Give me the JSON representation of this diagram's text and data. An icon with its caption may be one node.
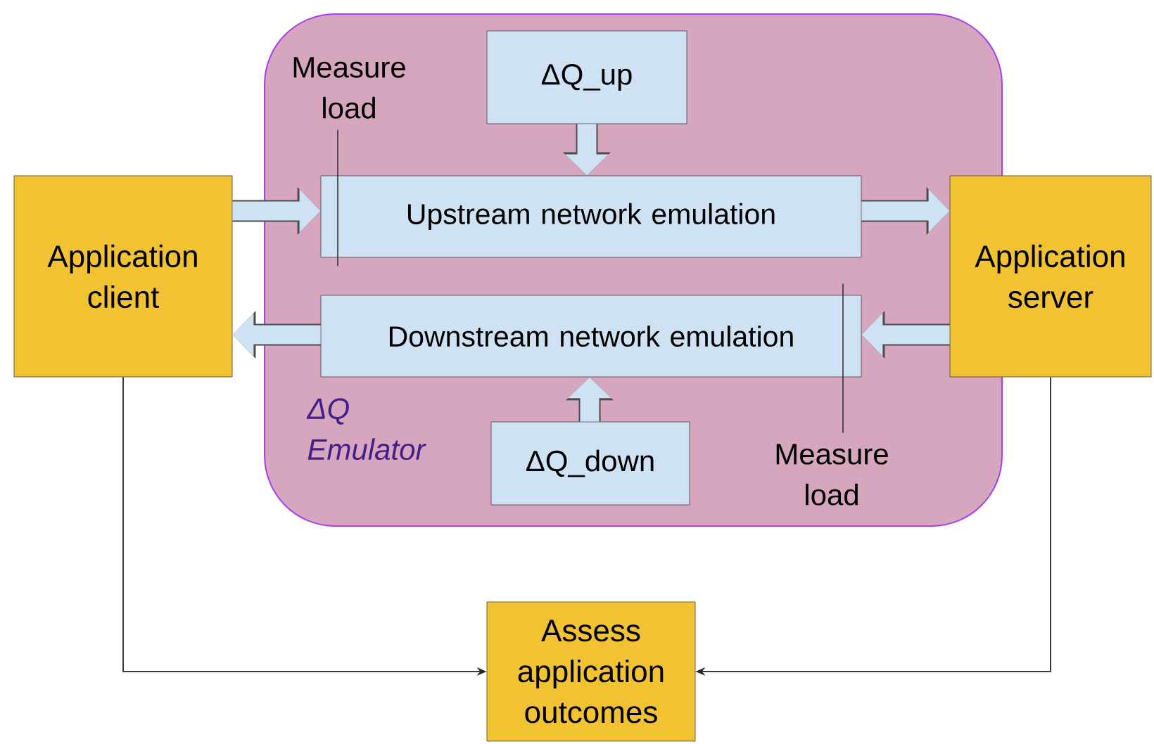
{
  "diagram": {
    "nodes": [
      {
        "text": [
          "ΔQ Emulator"
        ]
      },
      {
        "text": [
          "Application client"
        ]
      },
      {
        "text": [
          "Upstream network emulation"
        ],
        "in": 0
      },
      {
        "text": [
          "Downstream network emulation"
        ],
        "in": 0
      },
      {
        "text": [
          "ΔQ_up"
        ],
        "in": 0
      },
      {
        "text": [
          "ΔQ_down"
        ],
        "in": 0
      },
      {
        "text": [
          "Application server"
        ]
      },
      {
        "text": [
          "Assess application outcomes"
        ]
      },
      {
        "text": [
          "Measure load"
        ],
        "in": 0
      },
      {
        "text": [
          "Measure load"
        ],
        "in": 0
      }
    ],
    "edges": [
      {
        "from": 1,
        "to": 2,
        "arrow": "to"
      },
      {
        "from": 2,
        "to": 6,
        "arrow": "to"
      },
      {
        "from": 6,
        "to": 3,
        "arrow": "to"
      },
      {
        "from": 3,
        "to": 1,
        "arrow": "to"
      },
      {
        "from": 4,
        "to": 2,
        "arrow": "to"
      },
      {
        "from": 5,
        "to": 3,
        "arrow": "to"
      },
      {
        "from": 8,
        "to": 2,
        "arrow": "none",
        "color": "#333333"
      },
      {
        "from": 9,
        "to": 3,
        "arrow": "none",
        "color": "#333333"
      },
      {
        "from": 1,
        "to": 7,
        "arrow": "to",
        "color": "#262626"
      },
      {
        "from": 6,
        "to": 7,
        "arrow": "to",
        "color": "#262626"
      }
    ]
  }
}
